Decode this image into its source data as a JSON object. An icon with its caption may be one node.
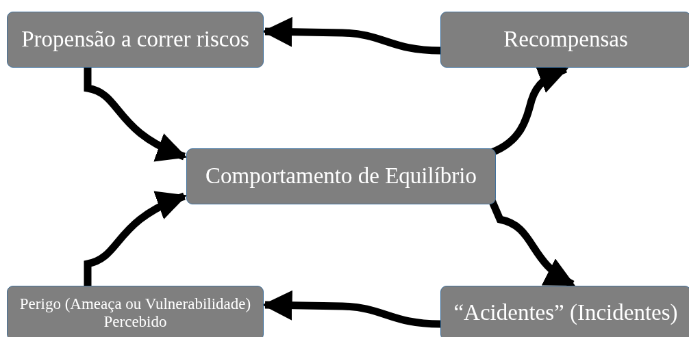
{
  "diagram": {
    "nodes": [
      {
        "text": [
          "Propensão a correr riscos"
        ]
      },
      {
        "text": [
          "Recompensas"
        ]
      },
      {
        "text": [
          "Comportamento de Equilíbrio"
        ]
      },
      {
        "text": [
          "Perigo (Ameaça ou Vulnerabilidade) Percebido"
        ]
      },
      {
        "text": [
          "“Acidentes” (Incidentes)"
        ]
      }
    ],
    "edges": [
      {
        "from": 1,
        "to": 0,
        "arrow": "to"
      },
      {
        "from": 0,
        "to": 2,
        "arrow": "to"
      },
      {
        "from": 2,
        "to": 1,
        "arrow": "to"
      },
      {
        "from": 2,
        "to": 4,
        "arrow": "to"
      },
      {
        "from": 4,
        "to": 3,
        "arrow": "to"
      },
      {
        "from": 3,
        "to": 2,
        "arrow": "to"
      }
    ]
  }
}
